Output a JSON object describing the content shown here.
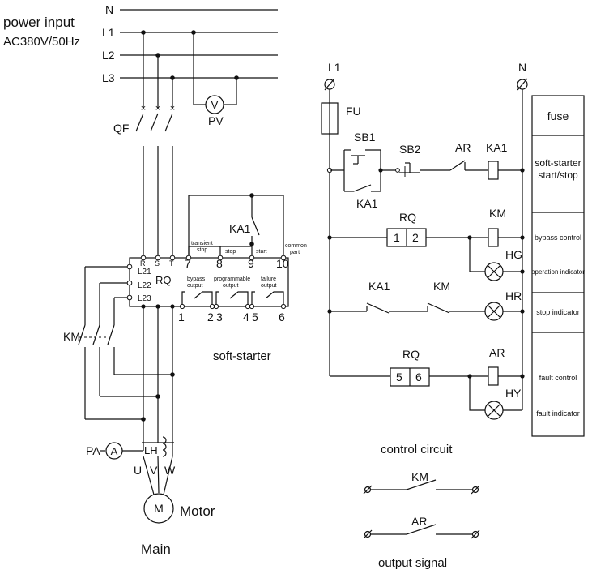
{
  "power": {
    "title": "power input",
    "spec": "AC380V/50Hz",
    "lines": [
      "N",
      "L1",
      "L2",
      "L3"
    ]
  },
  "main": {
    "qf": "QF",
    "pv": "PV",
    "v_meter": "V",
    "km": "KM",
    "pa": "PA",
    "a_meter": "A",
    "lh": "LH",
    "u": "U",
    "v": "V",
    "w": "W",
    "motor_symbol": "M",
    "motor": "Motor",
    "caption": "Main"
  },
  "softstarter": {
    "caption": "soft-starter",
    "rq": "RQ",
    "r": "R",
    "s": "S",
    "t": "T",
    "l21": "L21",
    "l22": "L22",
    "l23": "L23",
    "ka1": "KA1",
    "transient_stop": [
      "transient",
      "stop"
    ],
    "stop": "stop",
    "start": "start",
    "common_part": [
      "common",
      "part"
    ],
    "bypass_output": [
      "bypass",
      "output"
    ],
    "programmable_output": [
      "programmable",
      "output"
    ],
    "failure_output": [
      "failure",
      "output"
    ],
    "top_terms": [
      "7",
      "8",
      "9",
      "10"
    ],
    "bottom_terms": [
      "1",
      "2",
      "3",
      "4",
      "5",
      "6"
    ]
  },
  "control": {
    "l1": "L1",
    "n": "N",
    "fu": "FU",
    "sb1": "SB1",
    "sb2": "SB2",
    "ar": "AR",
    "ka1": "KA1",
    "ka1_bottom": "KA1",
    "rq": "RQ",
    "rq_pins": [
      "1",
      "2"
    ],
    "km": "KM",
    "hg": "HG",
    "ka1_row3": "KA1",
    "km_row3": "KM",
    "hr": "HR",
    "rq2": "RQ",
    "rq2_pins": [
      "5",
      "6"
    ],
    "ar2": "AR",
    "hy": "HY",
    "caption": "control circuit"
  },
  "legend": {
    "rows": [
      "fuse",
      [
        "soft-starter",
        "start/stop"
      ],
      "bypass control",
      "operation indicator",
      "stop indicator",
      "fault control",
      "fault indicator"
    ]
  },
  "output": {
    "km": "KM",
    "ar": "AR",
    "caption": "output signal"
  }
}
